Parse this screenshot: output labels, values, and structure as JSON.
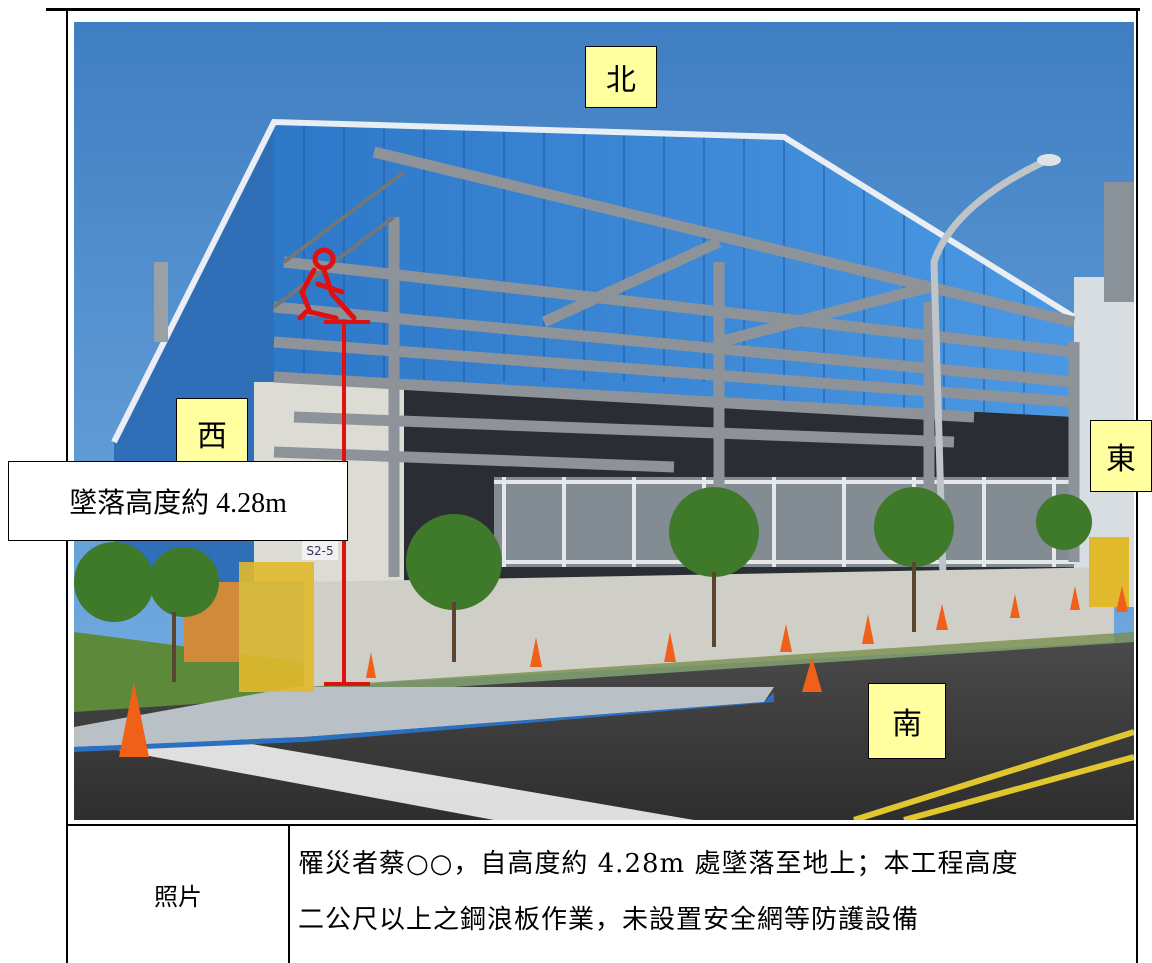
{
  "photo": {
    "direction_north": "北",
    "direction_west": "西",
    "direction_east": "東",
    "direction_south": "南",
    "fall_height_label": "墜落高度約 4.28m",
    "sign_code": "S2-5"
  },
  "caption": {
    "label": "照片",
    "line1": "罹災者蔡○○，自高度約 4.28m 處墜落至地上；本工程高度",
    "line2": "二公尺以上之鋼浪板作業，未設置安全網等防護設備"
  }
}
